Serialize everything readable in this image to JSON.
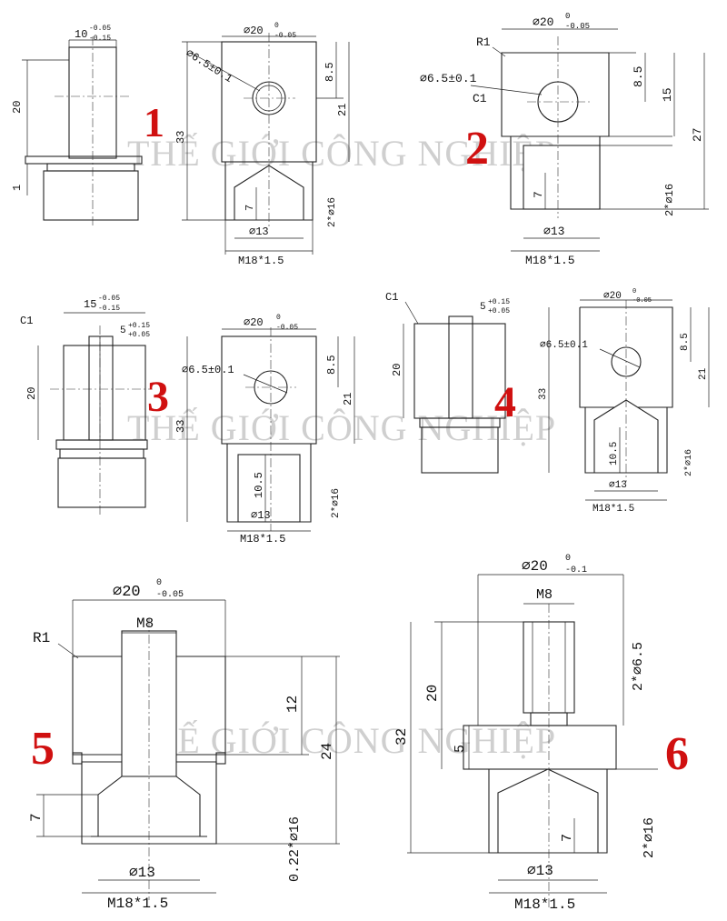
{
  "watermark": "THẾ GIỚI CÔNG NGHIỆP",
  "part_numbers": [
    "1",
    "2",
    "3",
    "4",
    "5",
    "6"
  ],
  "colors": {
    "part_number": "#d01010",
    "watermark": "#cfcfcf",
    "line": "#222222"
  },
  "drawings": {
    "d1": {
      "width_tol": "10",
      "tol_upper": "-0.05",
      "tol_lower": "-0.15",
      "height": "20",
      "shoulder": "1"
    },
    "d1b": {
      "dia_top": "⌀20",
      "tol_upper": "0",
      "tol_lower": "-0.05",
      "hole": "⌀6.5±0.1",
      "h1": "8.5",
      "h2": "21",
      "total": "33",
      "depth": "7",
      "bore": "⌀13",
      "thread": "M18*1.5",
      "flats": "2*⌀16"
    },
    "d2": {
      "dia_top": "⌀20",
      "tol_upper": "0",
      "tol_lower": "-0.05",
      "radius": "R1",
      "hole": "⌀6.5±0.1",
      "chamfer": "C1",
      "h1": "8.5",
      "h2": "15",
      "total": "27",
      "depth": "7",
      "bore": "⌀13",
      "thread": "M18*1.5",
      "flats": "2*⌀16"
    },
    "d3": {
      "chamfer": "C1",
      "width": "15",
      "w_tol_upper": "-0.05",
      "w_tol_lower": "-0.15",
      "slot": "5",
      "s_tol_upper": "+0.15",
      "s_tol_lower": "+0.05",
      "height": "20"
    },
    "d3b": {
      "dia_top": "⌀20",
      "tol_upper": "0",
      "tol_lower": "-0.05",
      "hole": "⌀6.5±0.1",
      "h1": "8.5",
      "h2": "21",
      "total": "33",
      "depth": "10.5",
      "bore": "⌀13",
      "thread": "M18*1.5",
      "flats": "2*⌀16"
    },
    "d4": {
      "chamfer": "C1",
      "slot": "5",
      "s_tol_upper": "+0.15",
      "s_tol_lower": "+0.05",
      "height": "20"
    },
    "d4b": {
      "dia_top": "⌀20",
      "tol_upper": "0",
      "tol_lower": "-0.05",
      "hole": "⌀6.5±0.1",
      "h1": "8.5",
      "h2": "21",
      "total": "33",
      "depth": "10.5",
      "bore": "⌀13",
      "thread": "M18*1.5",
      "flats": "2*⌀16"
    },
    "d5": {
      "dia_top": "⌀20",
      "tol_upper": "0",
      "tol_lower": "-0.05",
      "radius": "R1",
      "inner_thread": "M8",
      "h1": "12",
      "total": "24",
      "depth": "7",
      "bore": "⌀13",
      "thread": "M18*1.5",
      "flats": "0.22*⌀16"
    },
    "d6": {
      "dia_top": "⌀20",
      "tol_upper": "0",
      "tol_lower": "-0.1",
      "stud": "M8",
      "stud_dia": "2*⌀6.5",
      "h1": "20",
      "total": "32",
      "collar": "5",
      "depth": "7",
      "bore": "⌀13",
      "thread": "M18*1.5",
      "flats": "2*⌀16"
    }
  }
}
